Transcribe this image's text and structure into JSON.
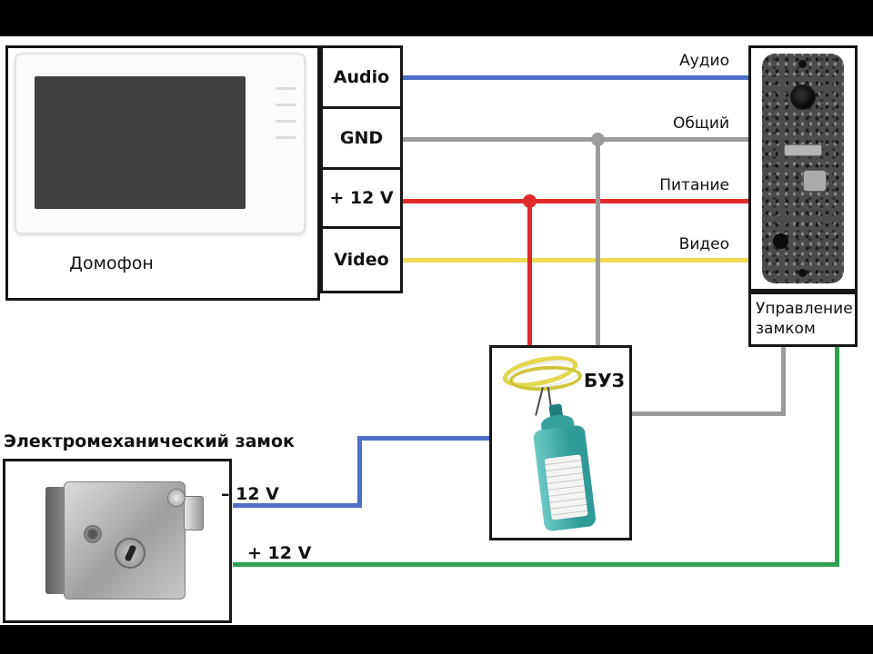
{
  "colors": {
    "wire-audio": "#4f6fc7",
    "wire-gnd": "#9c9c9c",
    "wire-power": "#e02b2b",
    "wire-video": "#eddb52",
    "wire-green": "#2ea14f",
    "wire-blue": "#4f6fc7"
  },
  "monitor": {
    "label": "Домофон"
  },
  "terminal": {
    "cells": [
      {
        "label": "Audio"
      },
      {
        "label": "GND"
      },
      {
        "label": "+ 12 V"
      },
      {
        "label": "Video"
      }
    ]
  },
  "wire_labels": {
    "audio": "Аудио",
    "common": "Общий",
    "power": "Питание",
    "video": "Видео"
  },
  "buz": {
    "label": "БУЗ"
  },
  "panel": {
    "control_label": "Управление замком"
  },
  "lock": {
    "title": "Электромеханический замок",
    "minus_label": "– 12 V",
    "plus_label": "+ 12 V"
  }
}
